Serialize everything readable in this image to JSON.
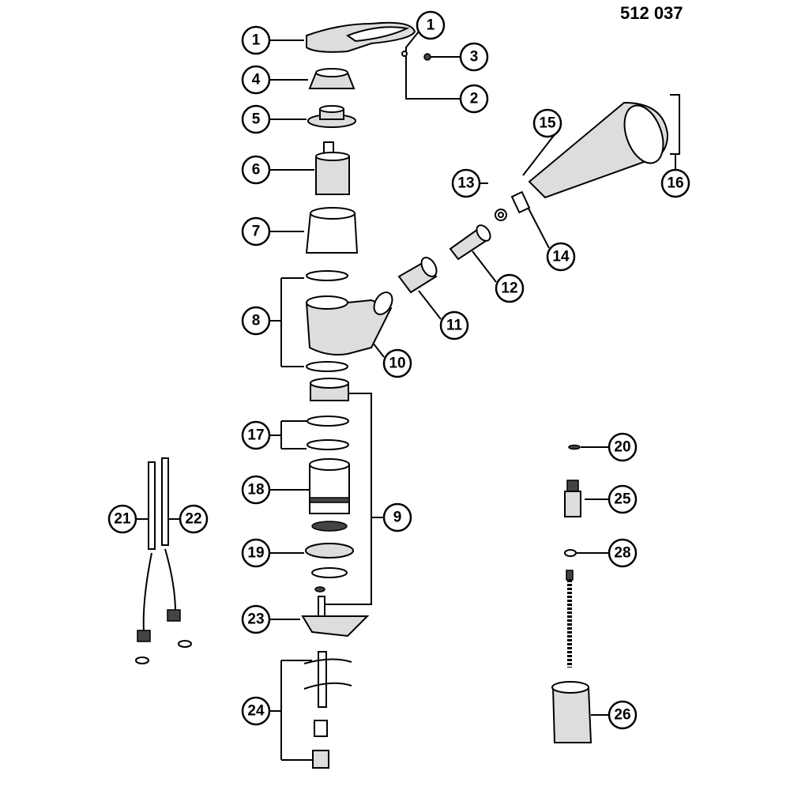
{
  "drawing_number": "512 037",
  "callouts": {
    "c1a": "1",
    "c1b": "1",
    "c2": "2",
    "c3": "3",
    "c4": "4",
    "c5": "5",
    "c6": "6",
    "c7": "7",
    "c8": "8",
    "c9": "9",
    "c10": "10",
    "c11": "11",
    "c12": "12",
    "c13": "13",
    "c14": "14",
    "c15": "15",
    "c16": "16",
    "c17": "17",
    "c18": "18",
    "c19": "19",
    "c20": "20",
    "c21": "21",
    "c22": "22",
    "c23": "23",
    "c24": "24",
    "c25": "25",
    "c26": "26",
    "c28": "28"
  }
}
